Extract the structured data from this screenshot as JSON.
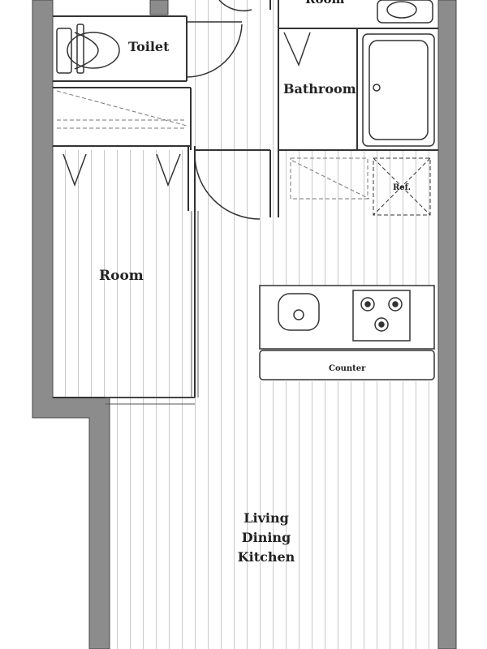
{
  "rooms": {
    "top_room": "Room",
    "toilet": "Toilet",
    "bathroom": "Bathroom",
    "room": "Room",
    "ldk_line1": "Living",
    "ldk_line2": "Dining",
    "ldk_line3": "Kitchen"
  },
  "fixtures": {
    "refrigerator": "Ref.",
    "counter": "Counter"
  }
}
